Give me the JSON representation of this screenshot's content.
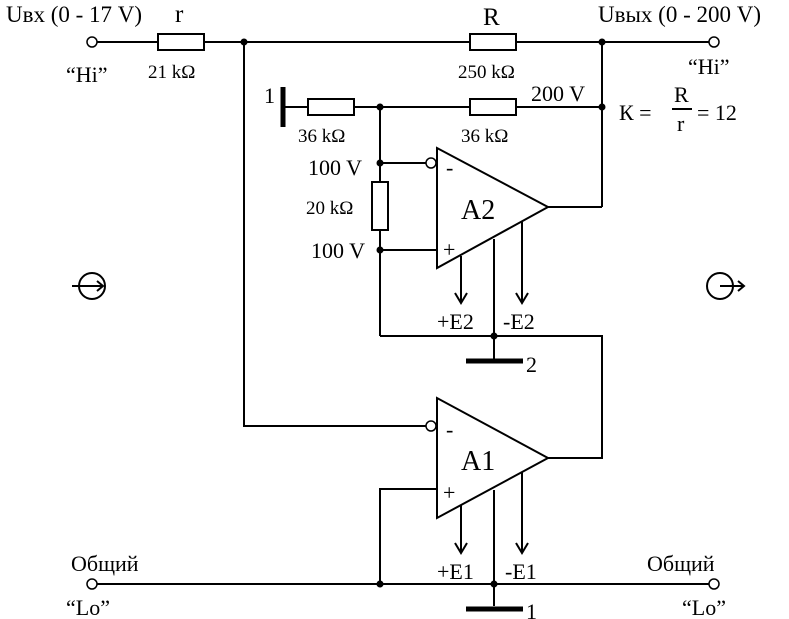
{
  "labels": {
    "uin": "Uвх (0 - 17 V)",
    "uout": "Uвых (0 - 200 V)",
    "r_name": "r",
    "r_value": "21 kΩ",
    "R_name": "R",
    "R_value": "250 kΩ",
    "hi_left": "“Hi”",
    "hi_right": "“Hi”",
    "gain_prefix": "К =",
    "gain_num": "R",
    "gain_den": "r",
    "gain_value": "= 12",
    "v200": "200 V",
    "r36_left": "36 kΩ",
    "r36_right": "36 kΩ",
    "r20": "20 kΩ",
    "v100_top": "100 V",
    "v100_bot": "100 V",
    "node1": "1",
    "node2": "2",
    "node1_bottom": "1",
    "a2": "A2",
    "a1": "A1",
    "e2p": "+E2",
    "e2m": "-E2",
    "e1p": "+E1",
    "e1m": "-E1",
    "common_left": "Общий",
    "common_right": "Общий",
    "lo_left": "“Lo”",
    "lo_right": "“Lo”",
    "minus": "-",
    "plus": "+"
  },
  "icons": {
    "left_ground": "chassis-in-icon",
    "right_ground": "chassis-out-icon"
  }
}
